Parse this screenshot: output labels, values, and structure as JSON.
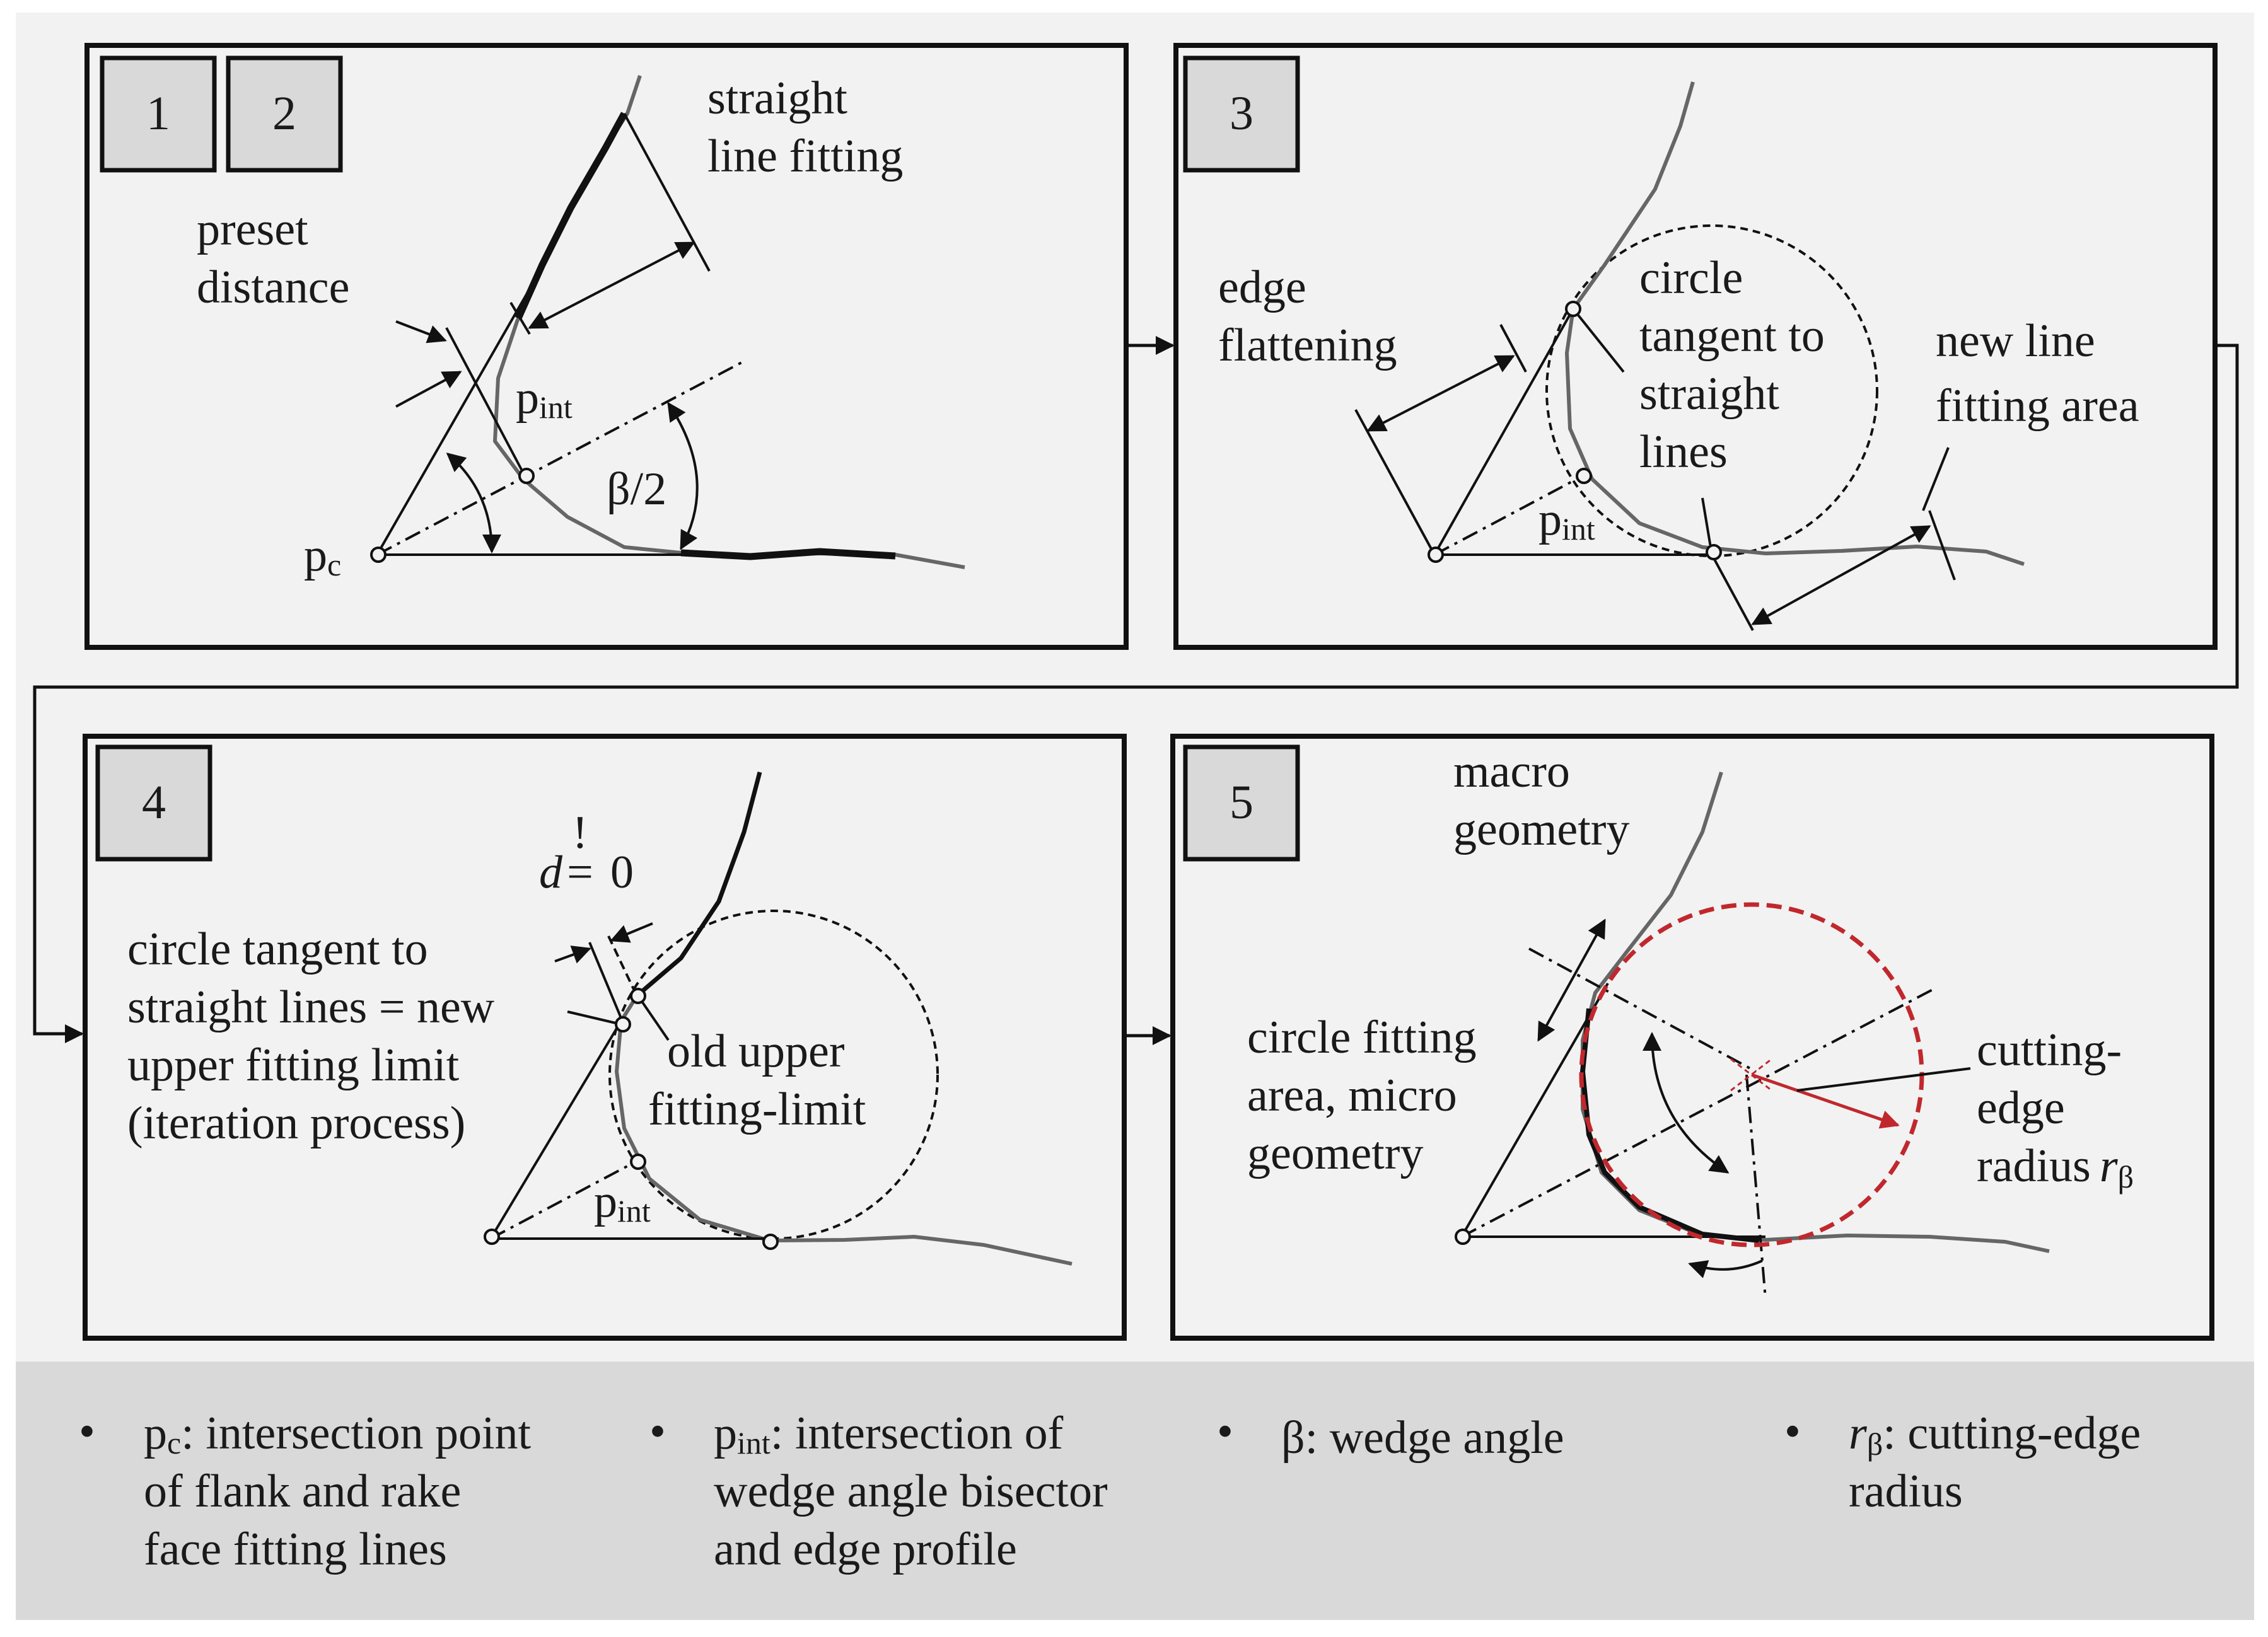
{
  "panels": [
    {
      "step_labels": [
        "1",
        "2"
      ],
      "line_fit_label": [
        "straight",
        "line fitting"
      ],
      "preset_label": [
        "preset",
        "distance"
      ],
      "pint_main": "p",
      "pint_sub": "int",
      "pc_main": "p",
      "pc_sub": "c",
      "angle_label": "β/2"
    },
    {
      "step_label": "3",
      "edge_label": [
        "edge",
        "flattening"
      ],
      "circle_label": [
        "circle",
        "tangent to",
        "straight",
        "lines"
      ],
      "newline_label": [
        "new line",
        "fitting area"
      ],
      "pint_main": "p",
      "pint_sub": "int"
    },
    {
      "step_label": "4",
      "d_label": "d",
      "eq_label": "=",
      "excl_label": "!",
      "zero_label": "0",
      "circle_label": [
        "circle tangent to",
        "straight lines = new",
        "upper fitting limit",
        "(iteration process)"
      ],
      "old_label": [
        "old upper",
        "fitting-limit"
      ],
      "pint_main": "p",
      "pint_sub": "int"
    },
    {
      "step_label": "5",
      "macro_label": [
        "macro",
        "geometry"
      ],
      "circle_area_label": [
        "circle fitting",
        "area, micro",
        "geometry"
      ],
      "radius_label": [
        "cutting-",
        "edge",
        "radius"
      ],
      "radius_main": "r",
      "radius_sub": "β"
    }
  ],
  "legend": [
    {
      "bullet": "•",
      "main": "p",
      "sub": "c",
      "text": ": intersection point",
      "lines": [
        "of flank and rake",
        "face fitting lines"
      ]
    },
    {
      "bullet": "•",
      "main": "p",
      "sub": "int",
      "text": ": intersection of",
      "lines": [
        "wedge angle bisector",
        "and edge profile"
      ]
    },
    {
      "bullet": "•",
      "main": "β",
      "sub": "",
      "text": ":  wedge angle",
      "lines": []
    },
    {
      "bullet": "•",
      "main": "r",
      "sub": "β",
      "text": ": cutting-edge",
      "lines": [
        "radius"
      ]
    }
  ],
  "colors": {
    "background": "#f2f2f2",
    "legend_bg": "#d9d9d9",
    "box": "#d9d9d9",
    "line": "#111111",
    "profile": "#666666",
    "circle_red": "#c0282d",
    "radius_red": "#c0282d"
  }
}
